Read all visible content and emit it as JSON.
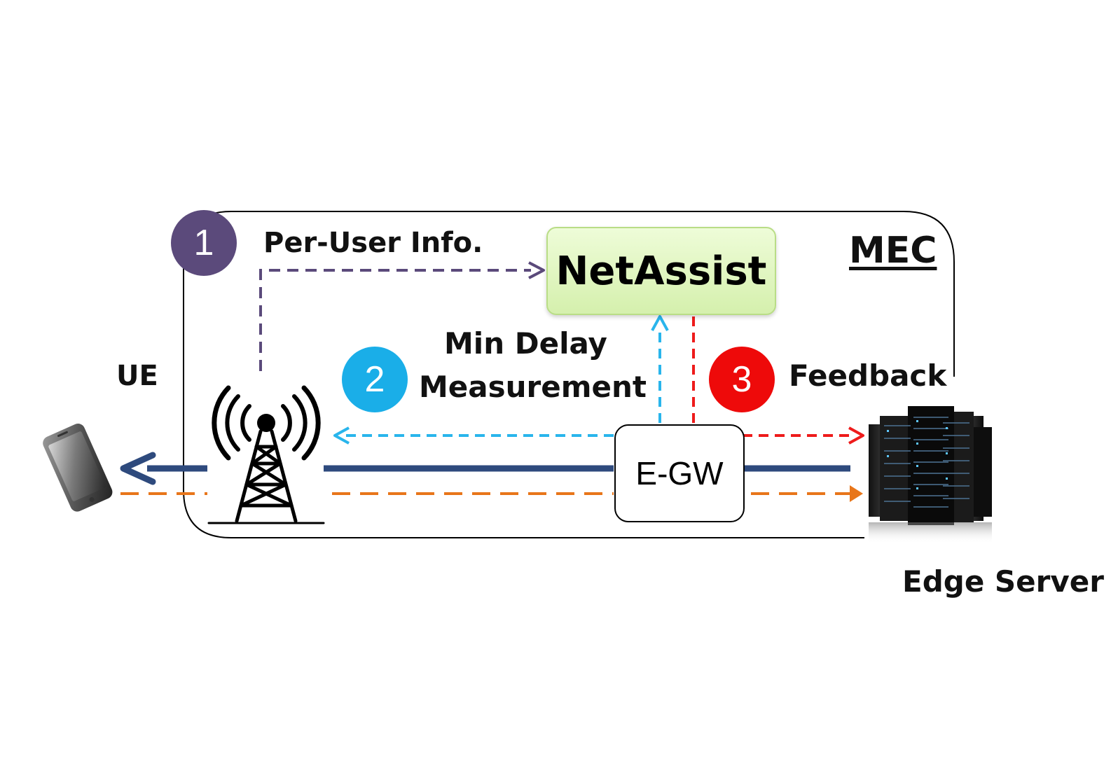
{
  "mec": {
    "title": "MEC"
  },
  "netassist": {
    "label": "NetAssist"
  },
  "egw": {
    "label": "E-GW"
  },
  "ue": {
    "label": "UE"
  },
  "edge_server": {
    "label": "Edge Server"
  },
  "steps": [
    {
      "number": "1",
      "text": "Per-User Info.",
      "color": "#5b4a7b"
    },
    {
      "number": "2",
      "text_line1": "Min Delay",
      "text_line2": "Measurement",
      "color": "#1aaee8"
    },
    {
      "number": "3",
      "text": "Feedback",
      "color": "#ee0a0a"
    }
  ],
  "colors": {
    "downlink": "#2e4a7d",
    "uplink": "#e8761a",
    "per_user_info": "#5b4a7b",
    "min_delay": "#29b5ec",
    "feedback": "#ee1b1b"
  },
  "icons": [
    "smartphone-icon",
    "cell-tower-icon",
    "server-rack-icon"
  ]
}
